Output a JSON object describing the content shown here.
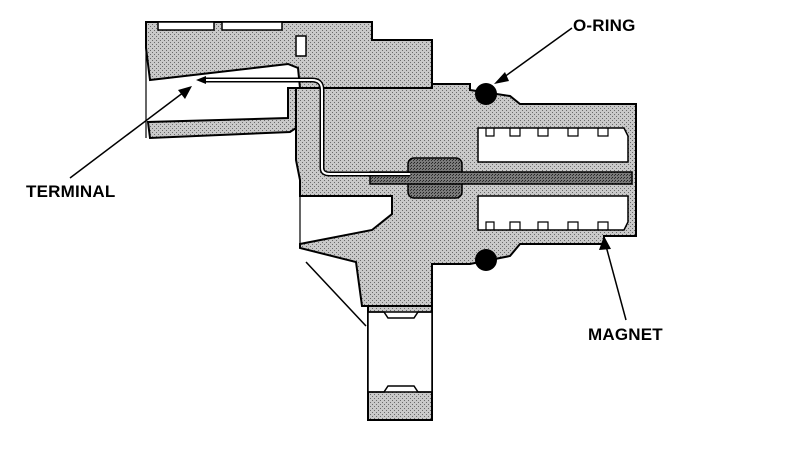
{
  "labels": {
    "o_ring": "O-RING",
    "terminal": "TERMINAL",
    "magnet": "MAGNET"
  },
  "colors": {
    "body_fill": "#bdbdbd",
    "outline": "#000000",
    "background": "#ffffff"
  }
}
